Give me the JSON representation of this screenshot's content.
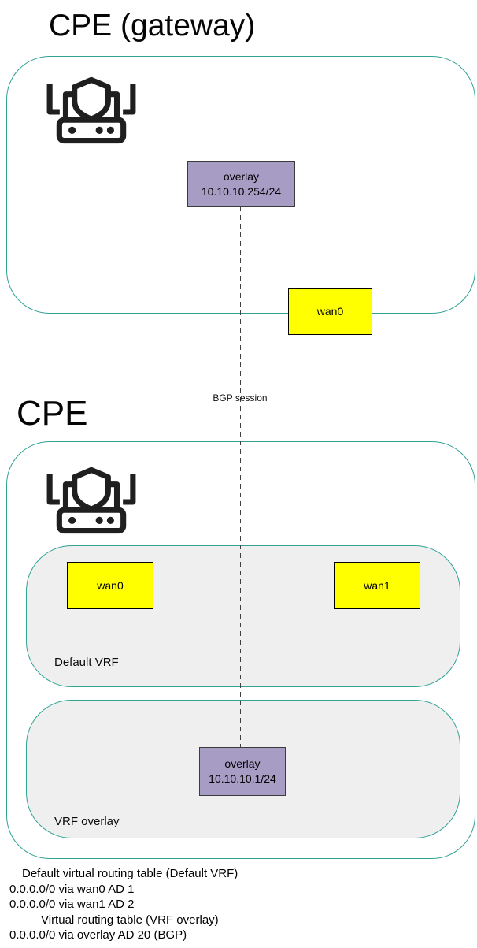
{
  "titles": {
    "gateway": "CPE (gateway)",
    "cpe": "CPE"
  },
  "gateway_node": {
    "overlay_interface": {
      "name": "overlay",
      "address": "10.10.10.254/24"
    },
    "wan0_interface": {
      "name": "wan0"
    }
  },
  "link": {
    "label": "BGP session"
  },
  "cpe_node": {
    "default_vrf": {
      "label": "Default VRF",
      "wan0_interface": {
        "name": "wan0"
      },
      "wan1_interface": {
        "name": "wan1"
      }
    },
    "vrf_overlay": {
      "label": "VRF overlay",
      "overlay_interface": {
        "name": "overlay",
        "address": "10.10.10.1/24"
      }
    }
  },
  "routing_tables": {
    "default": {
      "title": "Default virtual routing table (Default VRF)",
      "routes": [
        "0.0.0.0/0 via wan0 AD 1",
        "0.0.0.0/0 via wan1 AD 2"
      ]
    },
    "overlay": {
      "title": "Virtual routing table (VRF overlay)",
      "routes": [
        "0.0.0.0/0 via overlay AD 20 (BGP)"
      ]
    }
  },
  "colors": {
    "teal_border": "#2fa294",
    "interface_yellow": "#ffff00",
    "overlay_purple": "#a79cc4",
    "vrf_gray": "#efefef"
  },
  "icons": {
    "router": "firewall-router-icon"
  }
}
